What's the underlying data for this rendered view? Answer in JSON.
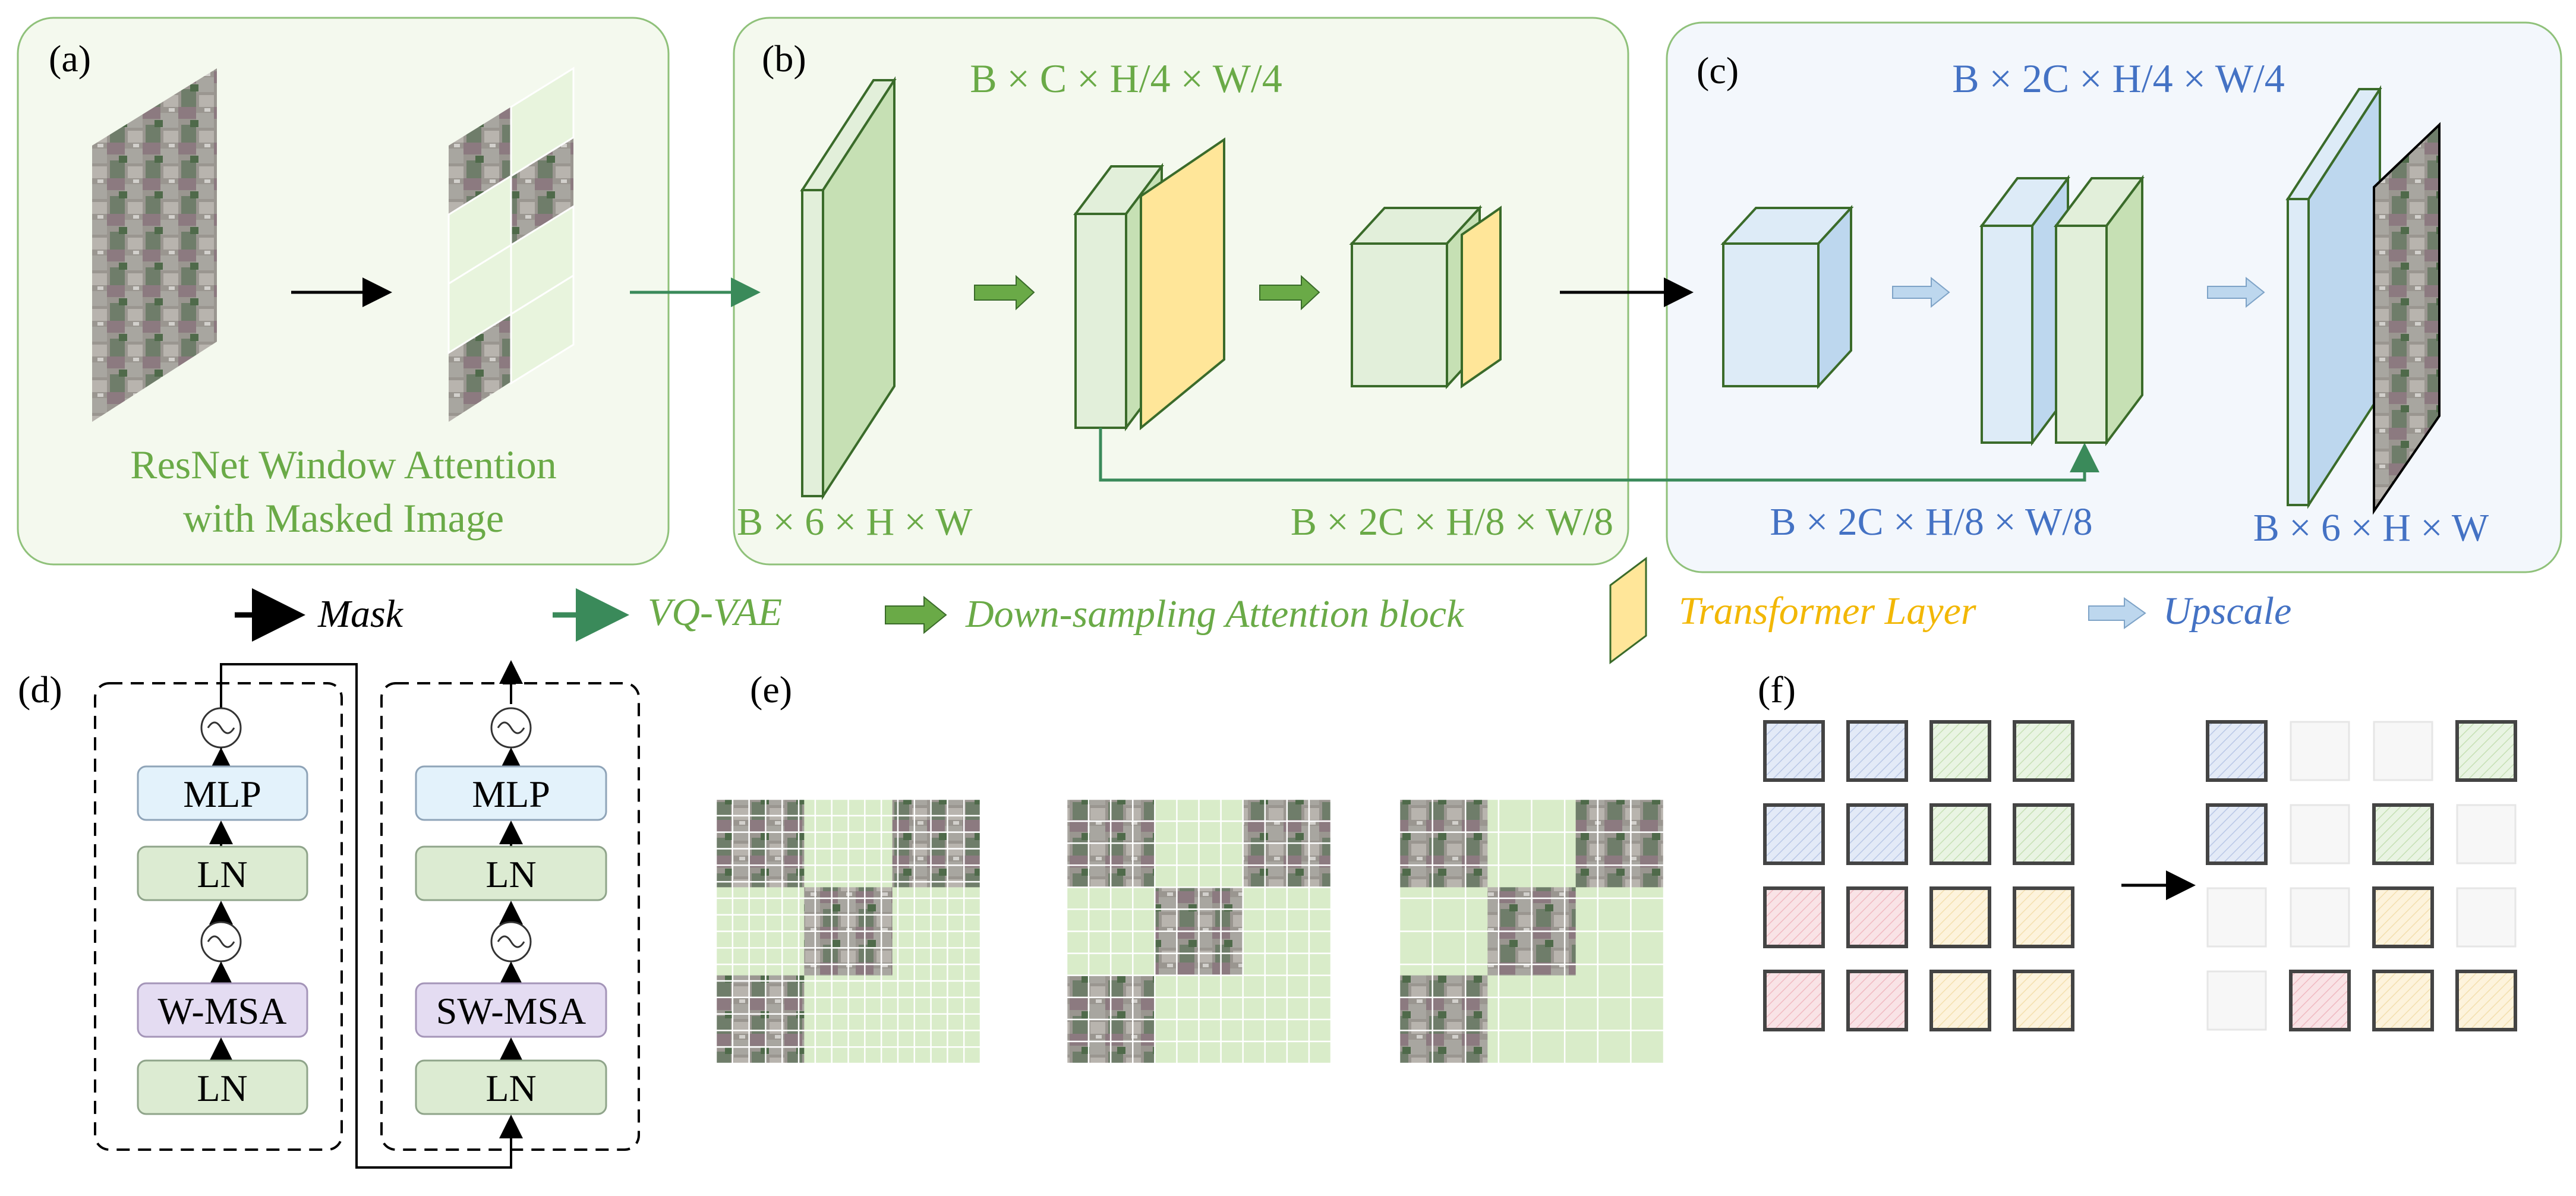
{
  "panel_labels": {
    "a": "(a)",
    "b": "(b)",
    "c": "(c)",
    "d": "(d)",
    "e": "(e)",
    "f": "(f)"
  },
  "panel_a": {
    "caption_line1": "ResNet Window Attention",
    "caption_line2": "with Masked Image"
  },
  "panel_b": {
    "dim_top": "B × C × H/4 × W/4",
    "dim_left": "B × 6 × H × W",
    "dim_right": "B × 2C × H/8 × W/8"
  },
  "panel_c": {
    "dim_top": "B × 2C × H/4 × W/4",
    "dim_left": "B × 2C × H/8 × W/8",
    "dim_right": "B × 6 × H × W"
  },
  "legend": {
    "mask": "Mask",
    "vqvae": "VQ-VAE",
    "downsampling": "Down-sampling Attention block",
    "transformer": "Transformer Layer",
    "upscale": "Upscale"
  },
  "panel_d": {
    "left_block": [
      "MLP",
      "LN",
      "W-MSA",
      "LN"
    ],
    "right_block": [
      "MLP",
      "LN",
      "SW-MSA",
      "LN"
    ]
  },
  "colors": {
    "green_text": "#6aaa47",
    "blue_text": "#4472c4",
    "yellow_text": "#f2b705",
    "panel_green_bg": "#f4f9ee",
    "panel_blue_bg": "#f3f7fc",
    "panel_border": "#8fc17a",
    "box_green": "#c6e0b4",
    "box_light_green": "#e2efda",
    "box_yellow": "#ffe699",
    "box_blue": "#bdd7ee",
    "box_light_blue": "#ddebf7",
    "mlp_fill": "#e3f2fb",
    "ln_fill": "#dcebd2",
    "msa_fill": "#e4dcf2"
  },
  "panel_f": {
    "grid_colors": [
      [
        "blue",
        "blue",
        "green",
        "green"
      ],
      [
        "blue",
        "blue",
        "green",
        "green"
      ],
      [
        "red",
        "red",
        "yellow",
        "yellow"
      ],
      [
        "red",
        "red",
        "yellow",
        "yellow"
      ]
    ],
    "kept_after_mask": [
      [
        true,
        false,
        false,
        true
      ],
      [
        true,
        false,
        true,
        false
      ],
      [
        false,
        false,
        true,
        false
      ],
      [
        false,
        true,
        true,
        true
      ]
    ]
  }
}
